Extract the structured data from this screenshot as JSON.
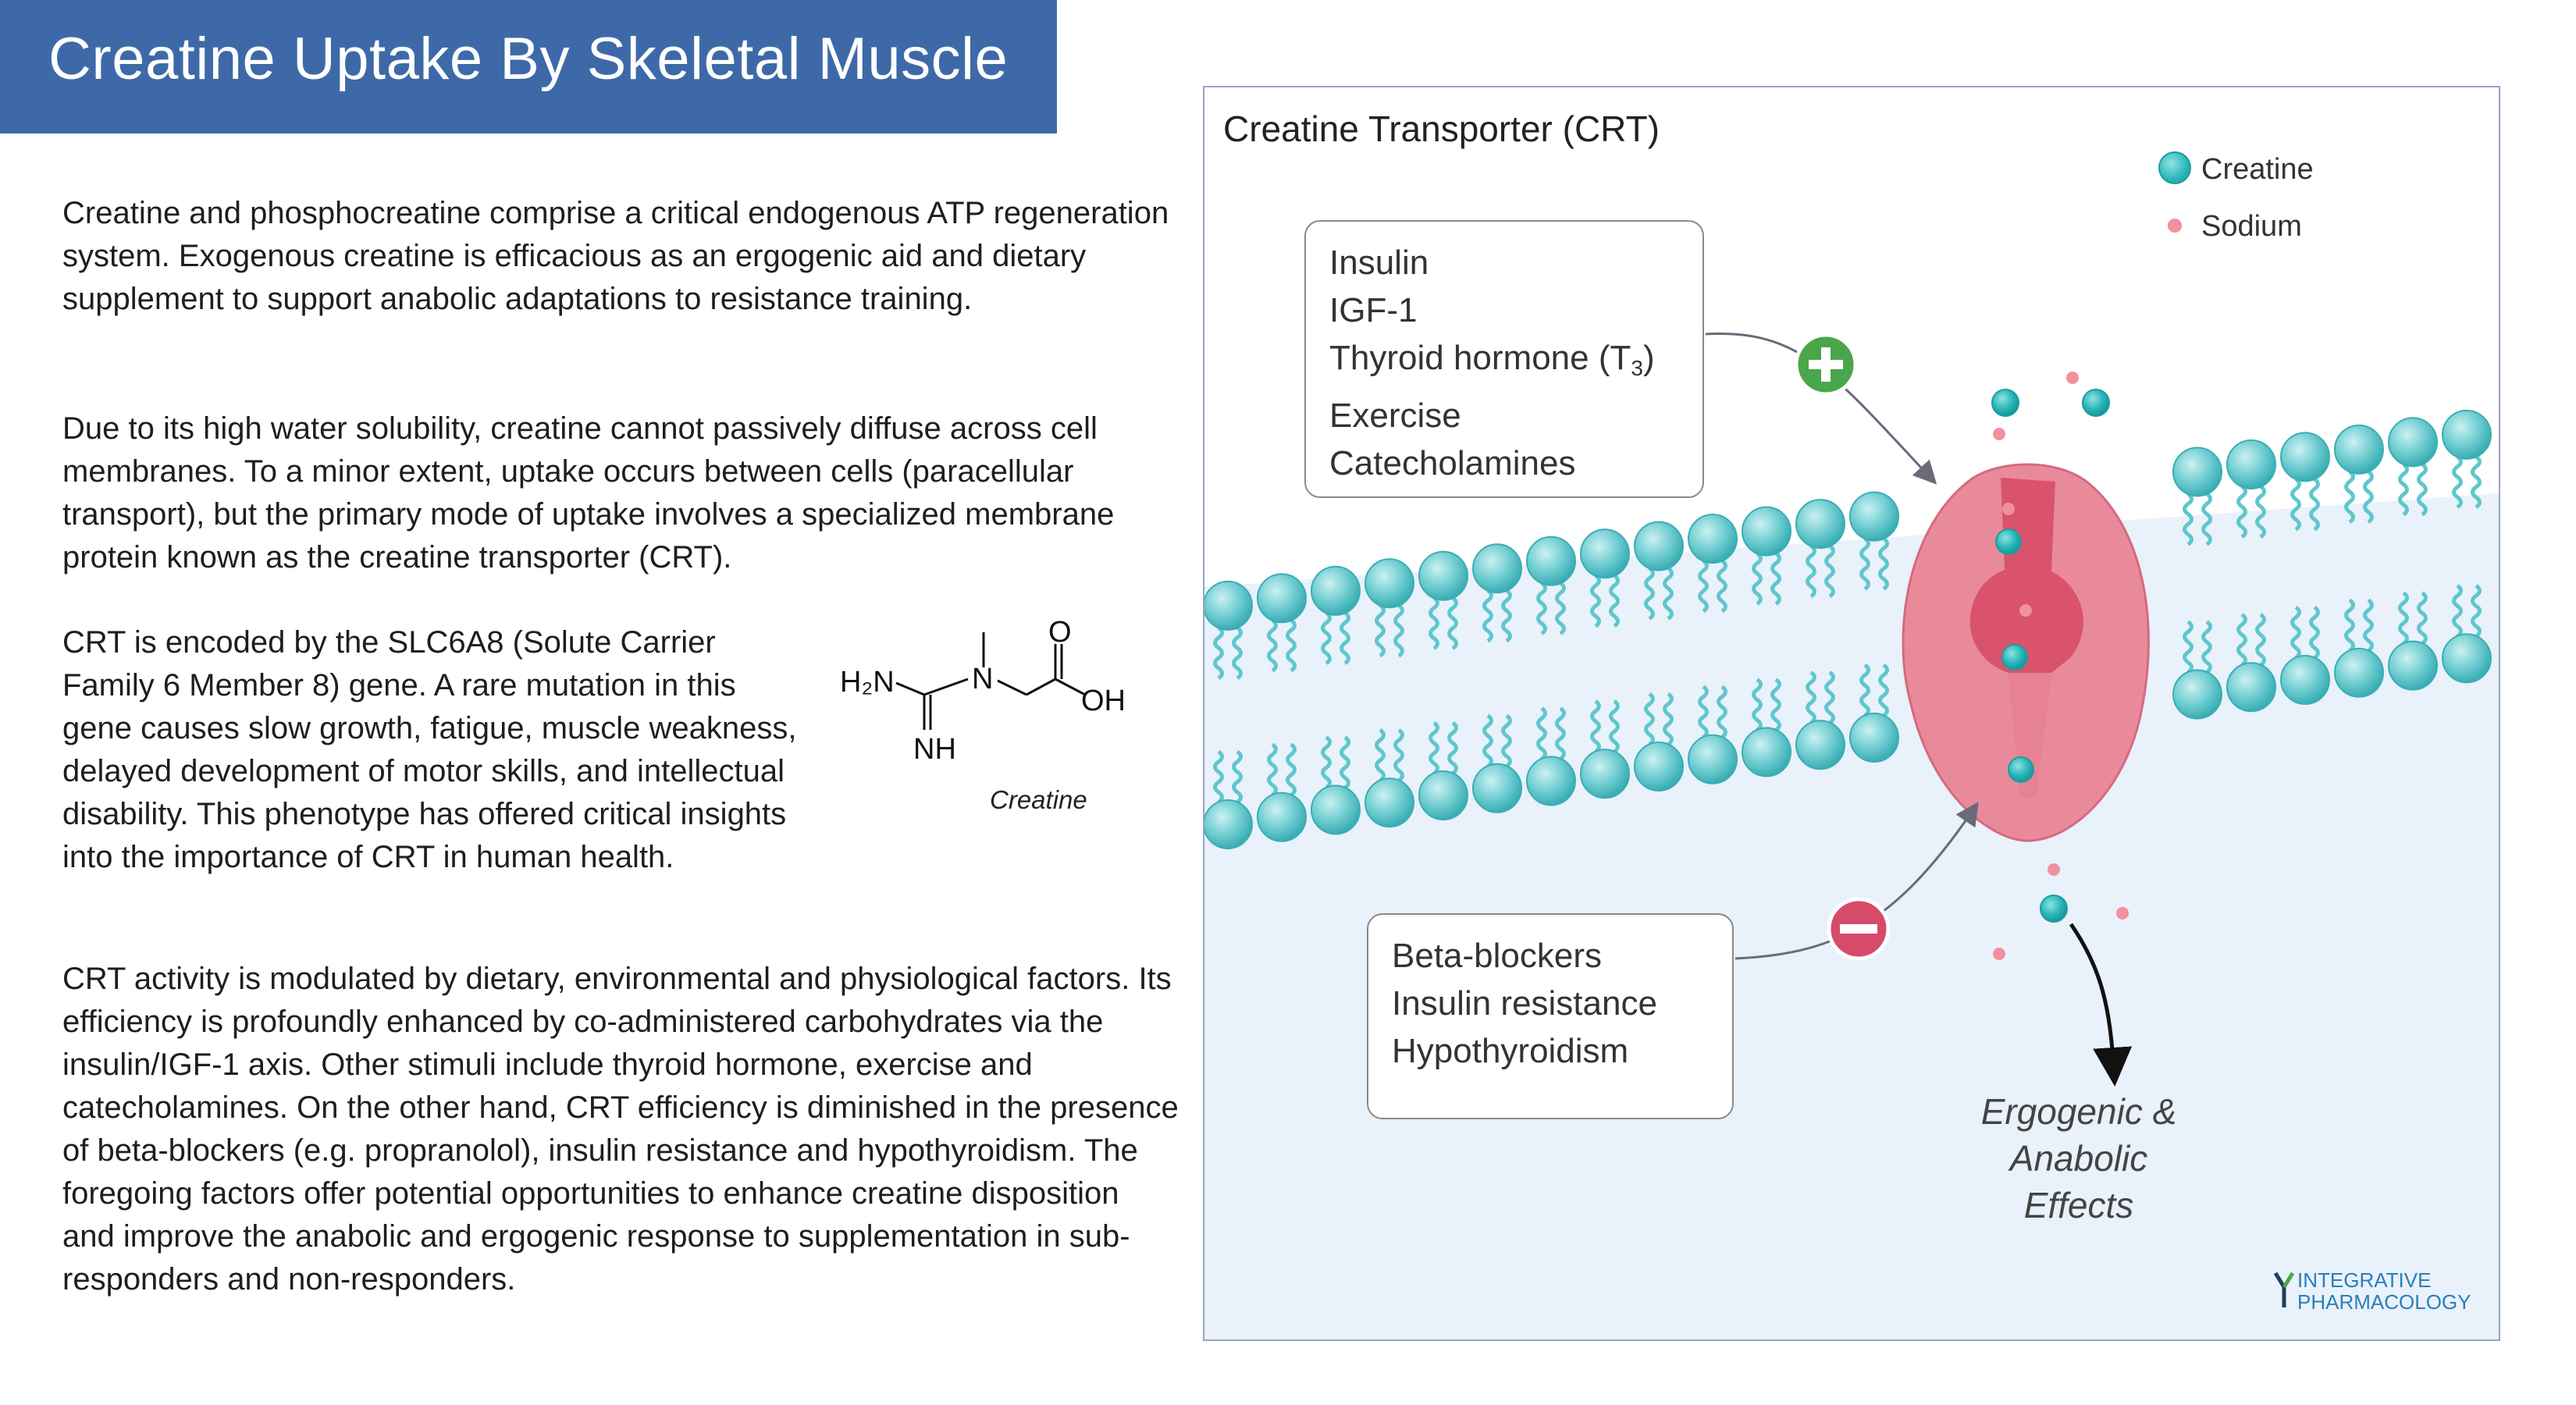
{
  "header": {
    "title": "Creatine Uptake By Skeletal Muscle"
  },
  "text": {
    "para1": "Creatine and phosphocreatine comprise a critical endogenous ATP regeneration system.  Exogenous creatine is efficacious as an ergogenic aid and dietary supplement to support anabolic adaptations to resistance training.",
    "para2": "Due to its high water solubility, creatine cannot passively diffuse across cell membranes.  To a minor extent, uptake occurs between cells (paracellular transport), but the primary mode of uptake involves a specialized membrane protein known as the creatine transporter (CRT).",
    "para3": "CRT is encoded by the SLC6A8 (Solute Carrier Family 6 Member 8) gene.  A rare mutation in this gene causes slow growth, fatigue, muscle weakness, delayed development of motor skills, and intellectual disability.  This phenotype has offered critical insights into the importance of CRT in human health.",
    "para4": "CRT activity is modulated by dietary, environmental and physiological factors. Its efficiency is profoundly enhanced by co-administered carbohydrates via the insulin/IGF-1 axis. Other stimuli include thyroid hormone, exercise and catecholamines.  On the other hand,  CRT efficiency is diminished in the presence of beta-blockers (e.g. propranolol), insulin resistance and hypothyroidism. The foregoing factors offer potential opportunities to enhance creatine disposition and improve the anabolic and ergogenic response to supplementation in sub-responders and non-responders."
  },
  "molecule": {
    "caption": "Creatine",
    "labels": {
      "h2n": "H₂N",
      "n": "N",
      "o": "O",
      "oh": "OH",
      "nh": "NH"
    }
  },
  "diagram": {
    "title": "Creatine Transporter (CRT)",
    "legend": {
      "creatine": "Creatine",
      "sodium": "Sodium"
    },
    "enhancers": [
      "Insulin",
      "IGF-1",
      "Thyroid hormone (T",
      "Exercise",
      "Catecholamines"
    ],
    "thyroid_subscript": "3",
    "thyroid_close": ")",
    "inhibitors": [
      "Beta-blockers",
      "Insulin resistance",
      "Hypothyroidism"
    ],
    "effects": [
      "Ergogenic &",
      "Anabolic Effects"
    ],
    "logo": [
      "INTEGRATIVE",
      "PHARMACOLOGY"
    ]
  },
  "colors": {
    "title_bar": "#3e69a8",
    "creatine": "#2bb6b8",
    "sodium": "#f1909f",
    "transporter_outer": "#e98a9b",
    "transporter_inner": "#d9536c",
    "enhance": "#4aa64a",
    "inhibit": "#d64a6a",
    "membrane_lipid": "#5fc7cc",
    "intracellular": "#e9f1fb"
  }
}
